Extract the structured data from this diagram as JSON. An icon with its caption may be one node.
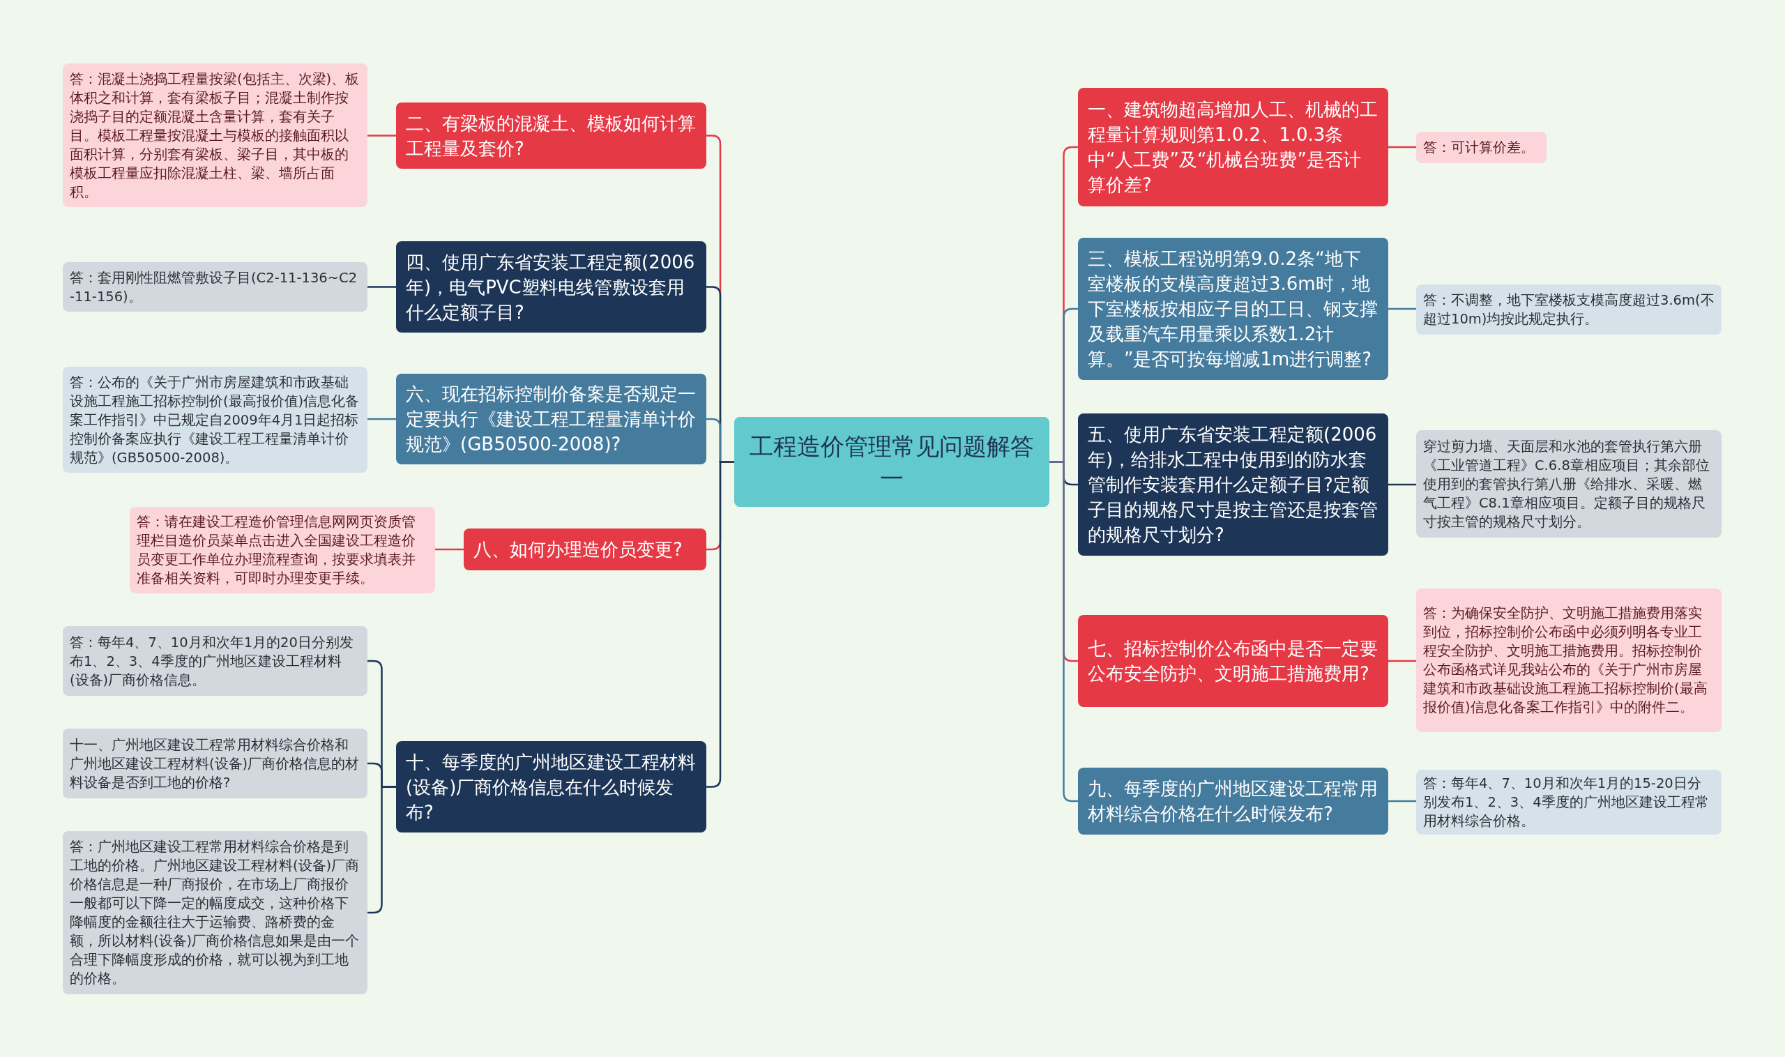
{
  "diagram": {
    "nodes": [
      {
        "text": [
          "工程造价管理常见问题解答一"
        ]
      },
      {
        "text": [
          "二、有梁板的混凝土、模板如何计算工程量及套价?"
        ]
      },
      {
        "text": [
          "答：混凝土浇捣工程量按梁(包括主、次梁)、板体积之和计算，套有梁板子目；混凝土制作按浇捣子目的定额混凝土含量计算，套有关子目。模板工程量按混凝土与模板的接触面积以面积计算，分别套有梁板、梁子目，其中板的模板工程量应扣除混凝土柱、梁、墙所占面积。"
        ]
      },
      {
        "text": [
          "四、使用广东省安装工程定额(2006年)，电气PVC塑料电线管敷设套用什么定额子目?"
        ]
      },
      {
        "text": [
          "答：套用刚性阻燃管敷设子目(C2-11-136~C2-11-156)。"
        ]
      },
      {
        "text": [
          "六、现在招标控制价备案是否规定一定要执行《建设工程工程量清单计价规范》(GB50500-2008)?"
        ]
      },
      {
        "text": [
          "答：公布的《关于广州市房屋建筑和市政基础设施工程施工招标控制价(最高报价值)信息化备案工作指引》中已规定自2009年4月1日起招标控制价备案应执行《建设工程工程量清单计价规范》(GB50500-2008)。"
        ]
      },
      {
        "text": [
          "八、如何办理造价员变更?"
        ]
      },
      {
        "text": [
          "答：请在建设工程造价管理信息网网页资质管理栏目造价员菜单点击进入全国建设工程造价员变更工作单位办理流程查询，按要求填表并准备相关资料，可即时办理变更手续。"
        ]
      },
      {
        "text": [
          "十、每季度的广州地区建设工程材料(设备)厂商价格信息在什么时候发布?"
        ]
      },
      {
        "text": [
          "答：每年4、7、10月和次年1月的20日分别发布1、2、3、4季度的广州地区建设工程材料(设备)厂商价格信息。"
        ]
      },
      {
        "text": [
          "十一、广州地区建设工程常用材料综合价格和广州地区建设工程材料(设备)厂商价格信息的材料设备是否到工地的价格?"
        ]
      },
      {
        "text": [
          "答：广州地区建设工程常用材料综合价格是到工地的价格。广州地区建设工程材料(设备)厂商价格信息是一种厂商报价，在市场上厂商报价一般都可以下降一定的幅度成交，这种价格下降幅度的金额往往大于运输费、路桥费的金额，所以材料(设备)厂商价格信息如果是由一个合理下降幅度形成的价格，就可以视为到工地的价格。"
        ]
      },
      {
        "text": [
          "一、建筑物超高增加人工、机械的工程量计算规则第1.0.2、1.0.3条中“人工费”及“机械台班费”是否计算价差?"
        ]
      },
      {
        "text": [
          "答：可计算价差。"
        ]
      },
      {
        "text": [
          "三、模板工程说明第9.0.2条“地下室楼板的支模高度超过3.6m时，地下室楼板按相应子目的工日、钢支撑及载重汽车用量乘以系数1.2计算。”是否可按每增减1m进行调整?"
        ]
      },
      {
        "text": [
          "答：不调整，地下室楼板支模高度超过3.6m(不超过10m)均按此规定执行。"
        ]
      },
      {
        "text": [
          "五、使用广东省安装工程定额(2006年)，给排水工程中使用到的防水套管制作安装套用什么定额子目?定额子目的规格尺寸是按主管还是按套管的规格尺寸划分?"
        ]
      },
      {
        "text": [
          "穿过剪力墙、天面层和水池的套管执行第六册《工业管道工程》C.6.8章相应项目；其余部位使用到的套管执行第八册《给排水、采暖、燃气工程》C8.1章相应项目。定额子目的规格尺寸按主管的规格尺寸划分。"
        ]
      },
      {
        "text": [
          "七、招标控制价公布函中是否一定要公布安全防护、文明施工措施费用?"
        ]
      },
      {
        "text": [
          "答：为确保安全防护、文明施工措施费用落实到位，招标控制价公布函中必须列明各专业工程安全防护、文明施工措施费用。招标控制价公布函格式详见我站公布的《关于广州市房屋建筑和市政基础设施工程施工招标控制价(最高报价值)信息化备案工作指引》中的附件二。"
        ]
      },
      {
        "text": [
          "九、每季度的广州地区建设工程常用材料综合价格在什么时候发布?"
        ]
      },
      {
        "text": [
          "答：每年4、7、10月和次年1月的15-20日分别发布1、2、3、4季度的广州地区建设工程常用材料综合价格。"
        ]
      }
    ],
    "edges": [
      {
        "from": 0,
        "to": 1,
        "arrow": "none",
        "color": "#e63946"
      },
      {
        "from": 1,
        "to": 2,
        "arrow": "none",
        "color": "#e63946"
      },
      {
        "from": 0,
        "to": 3,
        "arrow": "none",
        "color": "#1d3557"
      },
      {
        "from": 3,
        "to": 4,
        "arrow": "none",
        "color": "#1d3557"
      },
      {
        "from": 0,
        "to": 5,
        "arrow": "none",
        "color": "#457b9d"
      },
      {
        "from": 5,
        "to": 6,
        "arrow": "none",
        "color": "#457b9d"
      },
      {
        "from": 0,
        "to": 7,
        "arrow": "none",
        "color": "#e63946"
      },
      {
        "from": 7,
        "to": 8,
        "arrow": "none",
        "color": "#e63946"
      },
      {
        "from": 0,
        "to": 9,
        "arrow": "none",
        "color": "#1d3557"
      },
      {
        "from": 9,
        "to": 10,
        "arrow": "none",
        "color": "#1d3557"
      },
      {
        "from": 9,
        "to": 11,
        "arrow": "none",
        "color": "#1d3557"
      },
      {
        "from": 9,
        "to": 12,
        "arrow": "none",
        "color": "#1d3557"
      },
      {
        "from": 0,
        "to": 13,
        "arrow": "none",
        "color": "#e63946"
      },
      {
        "from": 13,
        "to": 14,
        "arrow": "none",
        "color": "#e63946"
      },
      {
        "from": 0,
        "to": 15,
        "arrow": "none",
        "color": "#457b9d"
      },
      {
        "from": 15,
        "to": 16,
        "arrow": "none",
        "color": "#457b9d"
      },
      {
        "from": 0,
        "to": 17,
        "arrow": "none",
        "color": "#1d3557"
      },
      {
        "from": 17,
        "to": 18,
        "arrow": "none",
        "color": "#1d3557"
      },
      {
        "from": 0,
        "to": 19,
        "arrow": "none",
        "color": "#e63946"
      },
      {
        "from": 19,
        "to": 20,
        "arrow": "none",
        "color": "#e63946"
      },
      {
        "from": 0,
        "to": 21,
        "arrow": "none",
        "color": "#457b9d"
      },
      {
        "from": 21,
        "to": 22,
        "arrow": "none",
        "color": "#457b9d"
      }
    ]
  }
}
